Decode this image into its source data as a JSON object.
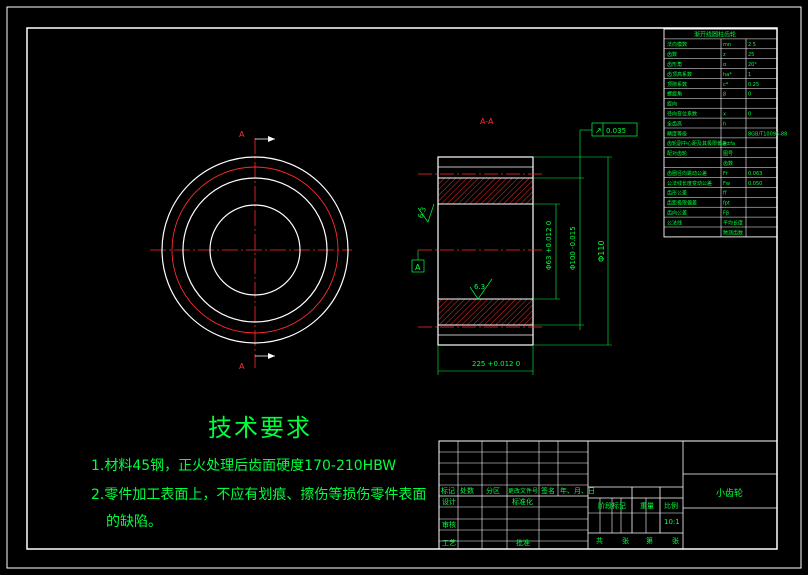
{
  "drawing": {
    "section_label": "A-A",
    "cut_marker": "A",
    "datum_marker": "A",
    "runout_tolerance": "0.035",
    "roughness_values": [
      "6.3",
      "6.3"
    ],
    "dim_bore": "Φ63 +0.012 0",
    "dim_mid": "Φ100 -0.015",
    "dim_outer": "Φ110",
    "dim_width": "225 +0.012 0"
  },
  "technical_requirements": {
    "title": "技术要求",
    "notes": [
      "1.材料45钢，正火处理后齿面硬度170-210HBW",
      "2.零件加工表面上，不应有划痕、擦伤等损伤零件表面",
      "的缺陷。"
    ]
  },
  "title_block": {
    "part_name": "小齿轮",
    "scale": "10:1",
    "headers": [
      "标记",
      "处数",
      "分区",
      "更改文件号",
      "签名",
      "年、月、日"
    ],
    "roles": [
      "设计",
      "标准化",
      "审核",
      "工艺",
      "批准"
    ],
    "labels": [
      "阶段标记",
      "重量",
      "比例"
    ],
    "footer": [
      "共",
      "张",
      "第",
      "张"
    ]
  },
  "param_table": {
    "rows": [
      [
        "法向模数",
        "mn",
        "2.5"
      ],
      [
        "齿数",
        "z",
        "25"
      ],
      [
        "齿形角",
        "α",
        "20°"
      ],
      [
        "齿顶高系数",
        "ha*",
        "1"
      ],
      [
        "顶隙系数",
        "c*",
        "0.25"
      ],
      [
        "螺旋角",
        "β",
        "0"
      ],
      [
        "旋向",
        "",
        ""
      ],
      [
        "径向变位系数",
        "x",
        "0"
      ],
      [
        "全齿高",
        "h",
        ""
      ],
      [
        "精度等级",
        "",
        "8GB/T10095-88"
      ],
      [
        "齿轮副中心距及其极限偏差",
        "a±fa",
        ""
      ],
      [
        "配对齿轮",
        "图号",
        ""
      ],
      [
        "",
        "齿数",
        ""
      ],
      [
        "齿圈径向跳动公差",
        "Fr",
        "0.063"
      ],
      [
        "公法线长度变动公差",
        "Fw",
        "0.050"
      ],
      [
        "齿形公差",
        "ff",
        ""
      ],
      [
        "齿距极限偏差",
        "fpt",
        ""
      ],
      [
        "齿向公差",
        "Fβ",
        ""
      ],
      [
        "公法线",
        "平均长度",
        ""
      ],
      [
        "",
        "跨测齿数",
        ""
      ]
    ],
    "header": "渐开线圆柱齿轮"
  }
}
